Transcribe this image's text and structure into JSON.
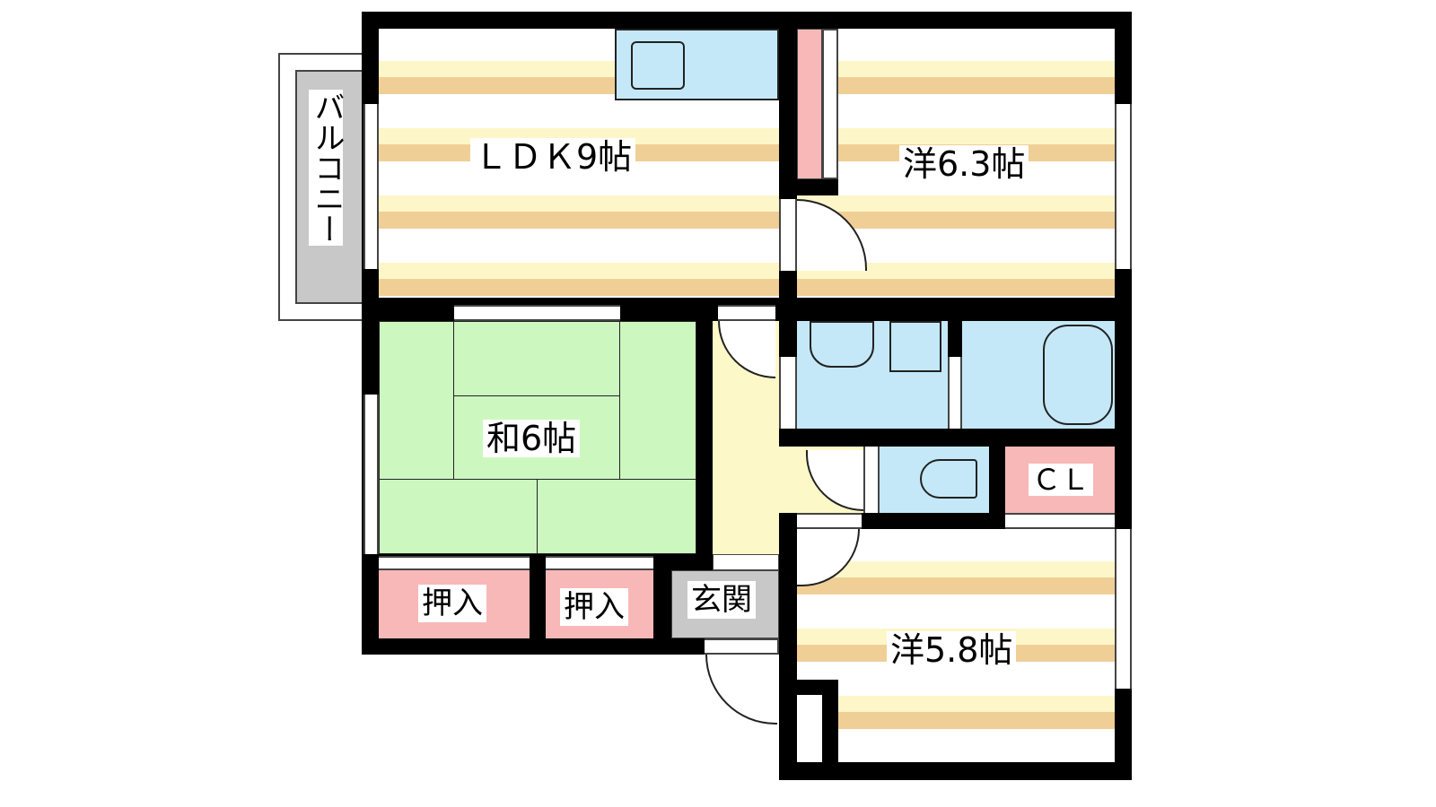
{
  "rooms": {
    "ldk": "ＬＤＫ9帖",
    "west1": "洋6.3帖",
    "washitsu": "和6帖",
    "west2": "洋5.8帖",
    "closet1": "押入",
    "closet2": "押入",
    "entrance": "玄関",
    "cl": "ＣＬ",
    "balcony": "バルコニー"
  },
  "colors": {
    "wall": "#000000",
    "tatami": "#ccf8c0",
    "water": "#c4e8f8",
    "storage": "#f8b8b8",
    "hall": "#fdf8c8",
    "entrance": "#c8c8c8"
  }
}
